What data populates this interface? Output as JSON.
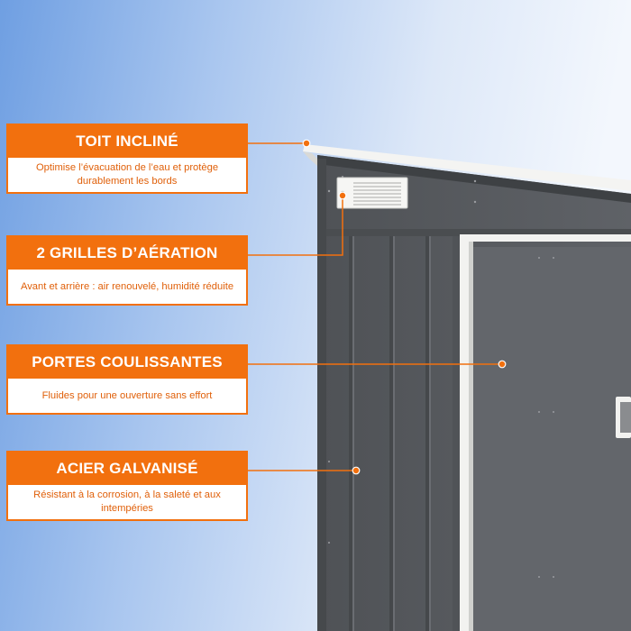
{
  "callouts": [
    {
      "title": "TOIT INCLINÉ",
      "text": "Optimise l’évacuation de l’eau et protège durablement les bords"
    },
    {
      "title": "2 GRILLES D’AÉRATION",
      "text": "Avant et arrière : air renouvelé, humidité réduite"
    },
    {
      "title": "PORTES COULISSANTES",
      "text": "Fluides pour une ouverture sans effort"
    },
    {
      "title": "ACIER GALVANISÉ",
      "text": "Résistant à la corrosion, à la saleté et aux intempéries"
    }
  ],
  "colors": {
    "accent": "#f2700e",
    "shed_body": "#5b5e63",
    "shed_door": "#63666b",
    "trim": "#f2f2f0",
    "background_left": "#6f9fe2",
    "background_right": "#f3f7fd"
  },
  "icons": [
    "orange-dot-marker",
    "vent-grille"
  ]
}
